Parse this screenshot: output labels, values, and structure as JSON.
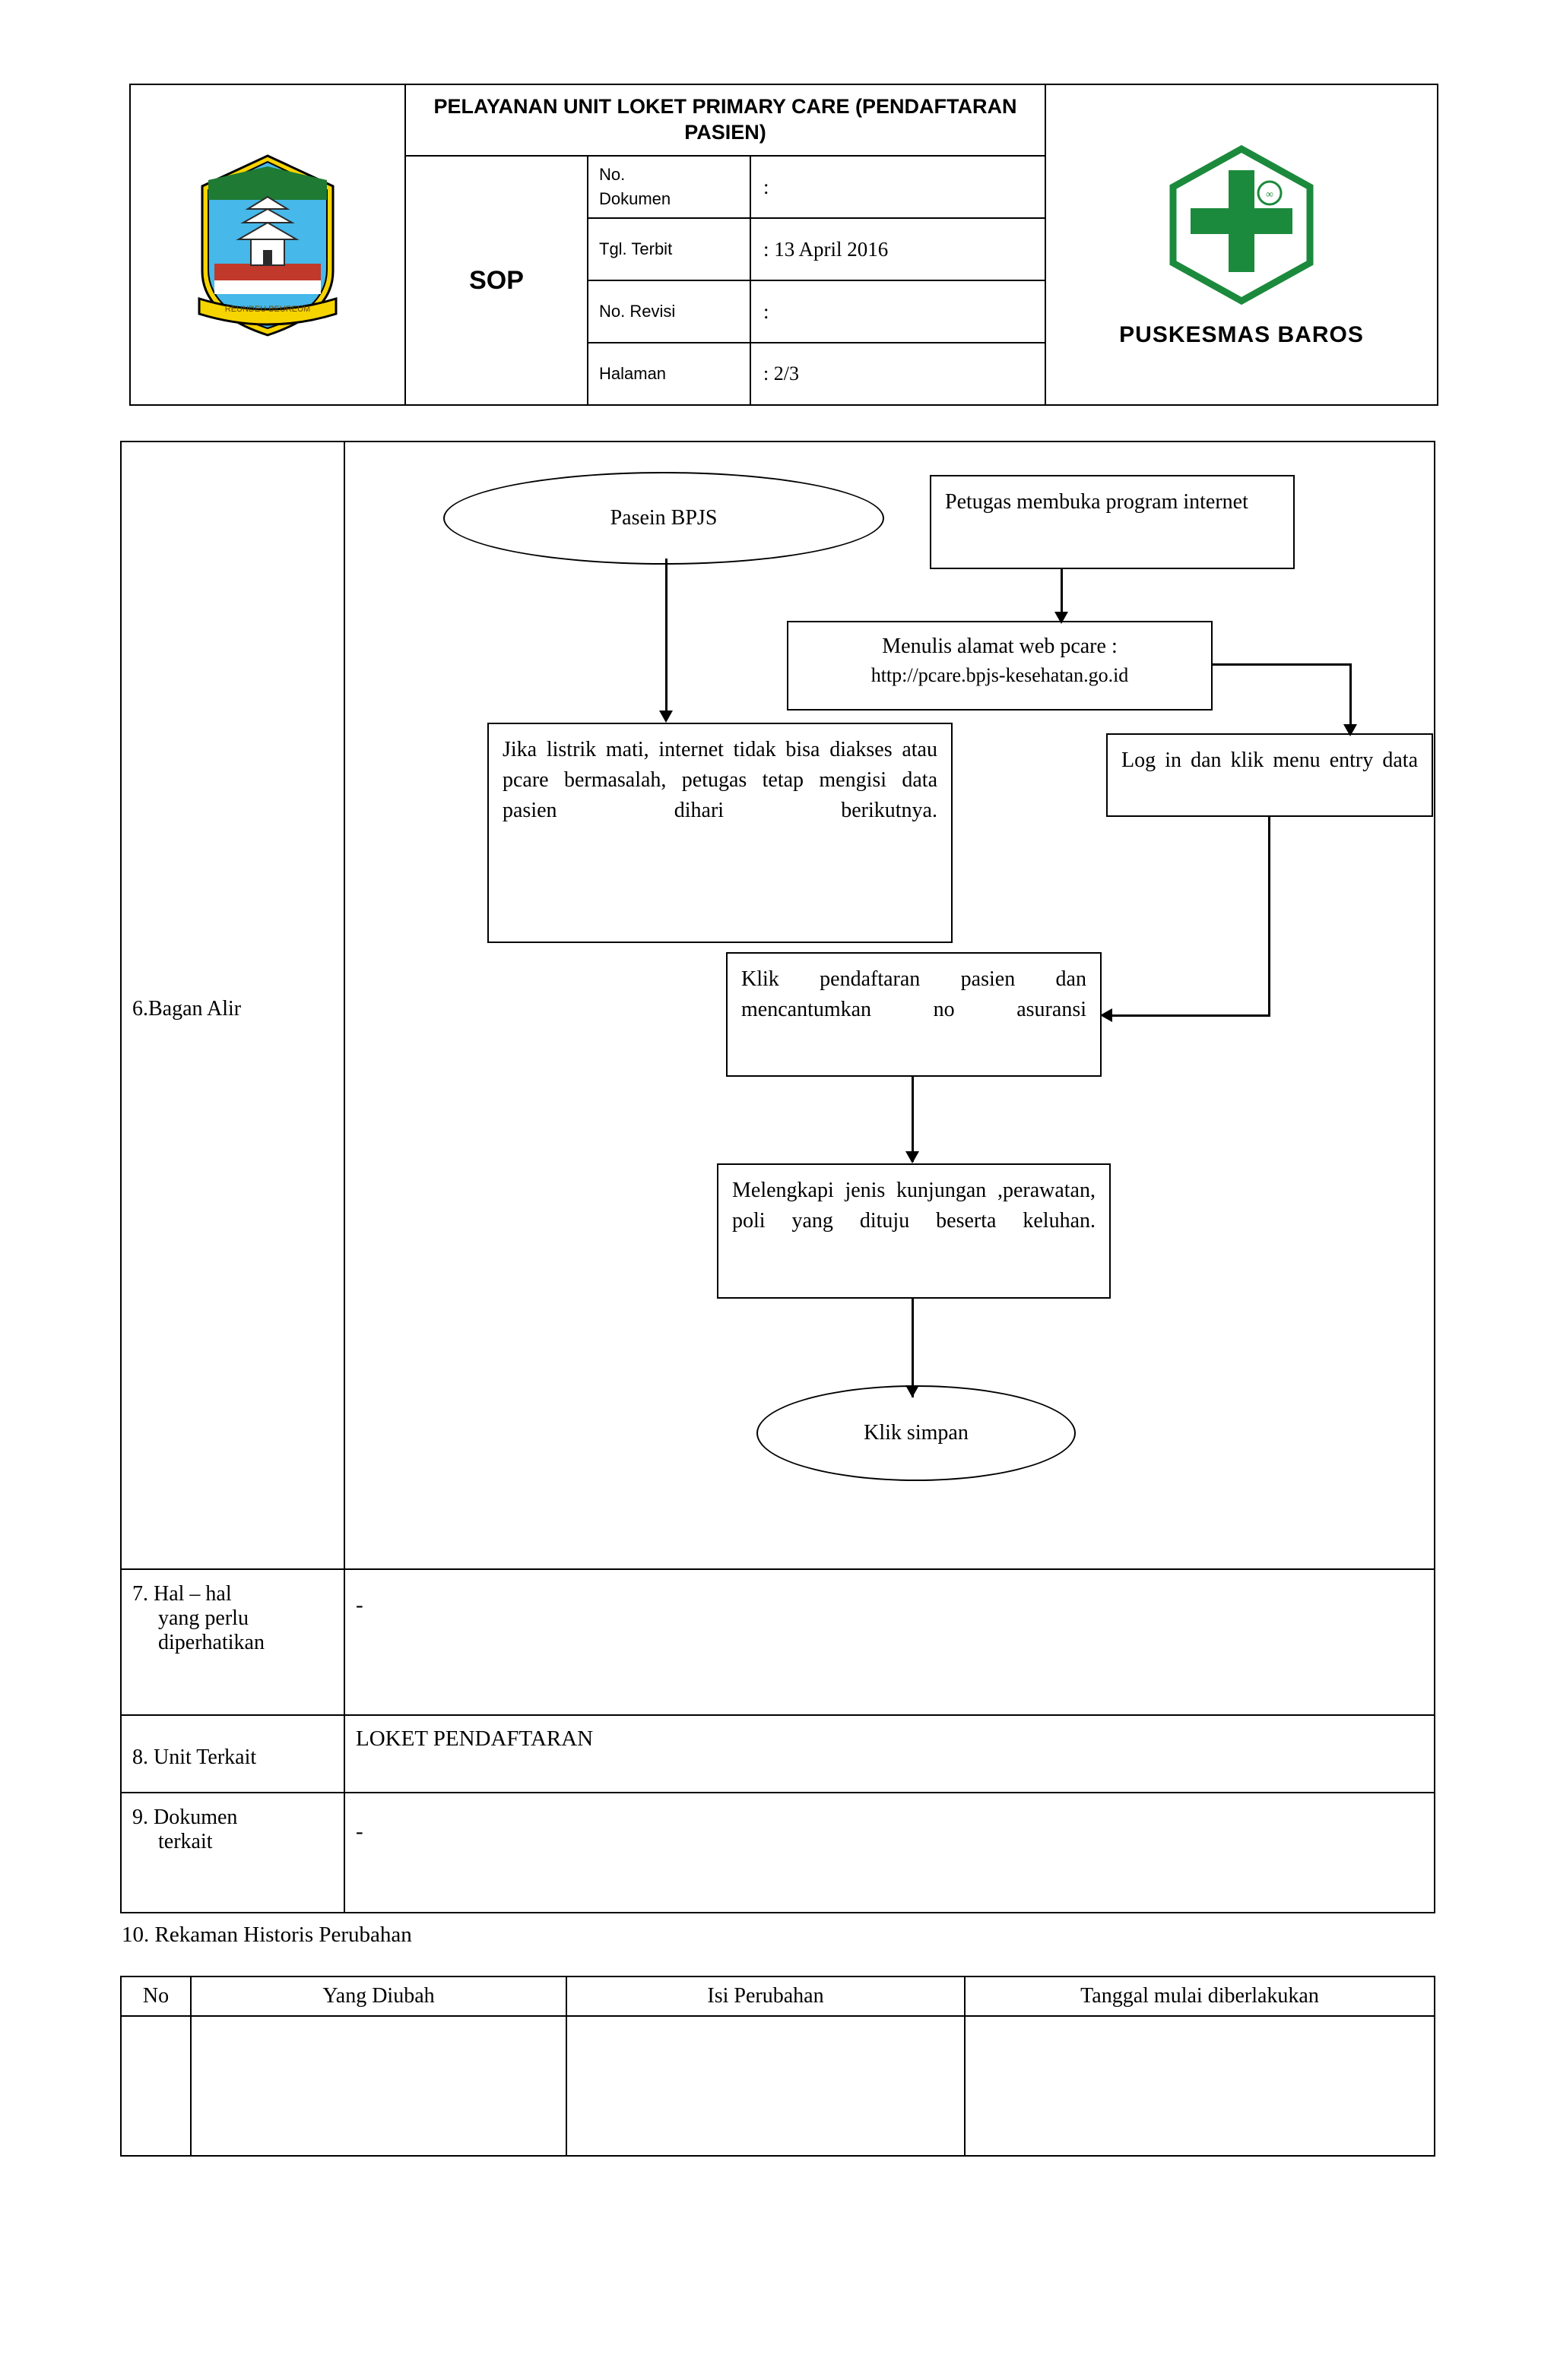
{
  "header": {
    "title": "PELAYANAN UNIT LOKET PRIMARY CARE (PENDAFTARAN PASIEN)",
    "sop_label": "SOP",
    "rows": [
      {
        "key_line1": "No.",
        "key_line2": "Dokumen",
        "value": ":"
      },
      {
        "key_line1": "Tgl. Terbit",
        "key_line2": "",
        "value": ": 13 April 2016"
      },
      {
        "key_line1": "No. Revisi",
        "key_line2": "",
        "value": ":"
      },
      {
        "key_line1": "Halaman",
        "key_line2": "",
        "value": ": 2/3"
      }
    ],
    "puskesmas_name": "PUSKESMAS BAROS",
    "logo_alt": "lambang-kota-sukabumi",
    "cross_logo_alt": "green-cross-logo"
  },
  "sections": [
    {
      "label": "6.Bagan Alir"
    },
    {
      "label": "7. Hal – hal\n     yang perlu\n     diperhatikan",
      "value": "-"
    },
    {
      "label": "8. Unit Terkait",
      "value": "LOKET PENDAFTARAN"
    },
    {
      "label": "9. Dokumen\n     terkait",
      "value": "-"
    }
  ],
  "section7_label_lines": [
    "7. Hal – hal",
    "yang perlu",
    "diperhatikan"
  ],
  "section7_value": "-",
  "section8_label": "8. Unit Terkait",
  "section8_value": "LOKET PENDAFTARAN",
  "section9_label_lines": [
    "9. Dokumen",
    "terkait"
  ],
  "section9_value": "-",
  "flowchart": {
    "nodes": [
      {
        "id": "start",
        "shape": "oval",
        "text": "Pasein BPJS"
      },
      {
        "id": "buka-program",
        "shape": "box",
        "text": "Petugas membuka program internet"
      },
      {
        "id": "alamat-web",
        "shape": "box",
        "text_line1": "Menulis alamat web pcare :",
        "text_line2": "http://pcare.bpjs-kesehatan.go.id"
      },
      {
        "id": "login",
        "shape": "box",
        "text": "Log in dan klik menu entry data"
      },
      {
        "id": "listrik-mati",
        "shape": "box",
        "text": "Jika listrik mati, internet tidak bisa diakses atau pcare bermasalah, petugas tetap mengisi data pasien dihari berikutnya."
      },
      {
        "id": "klik-pendaftaran",
        "shape": "box",
        "text": "Klik pendaftaran pasien dan mencantumkan no asuransi"
      },
      {
        "id": "melengkapi",
        "shape": "box",
        "text": "Melengkapi jenis kunjungan ,perawatan, poli yang dituju beserta keluhan."
      },
      {
        "id": "klik-simpan",
        "shape": "oval",
        "text": "Klik simpan"
      }
    ]
  },
  "history": {
    "title": "10. Rekaman Historis  Perubahan",
    "columns": [
      "No",
      "Yang Diubah",
      "Isi Perubahan",
      "Tanggal mulai diberlakukan"
    ],
    "rows": [
      [
        "",
        "",
        "",
        ""
      ]
    ]
  }
}
